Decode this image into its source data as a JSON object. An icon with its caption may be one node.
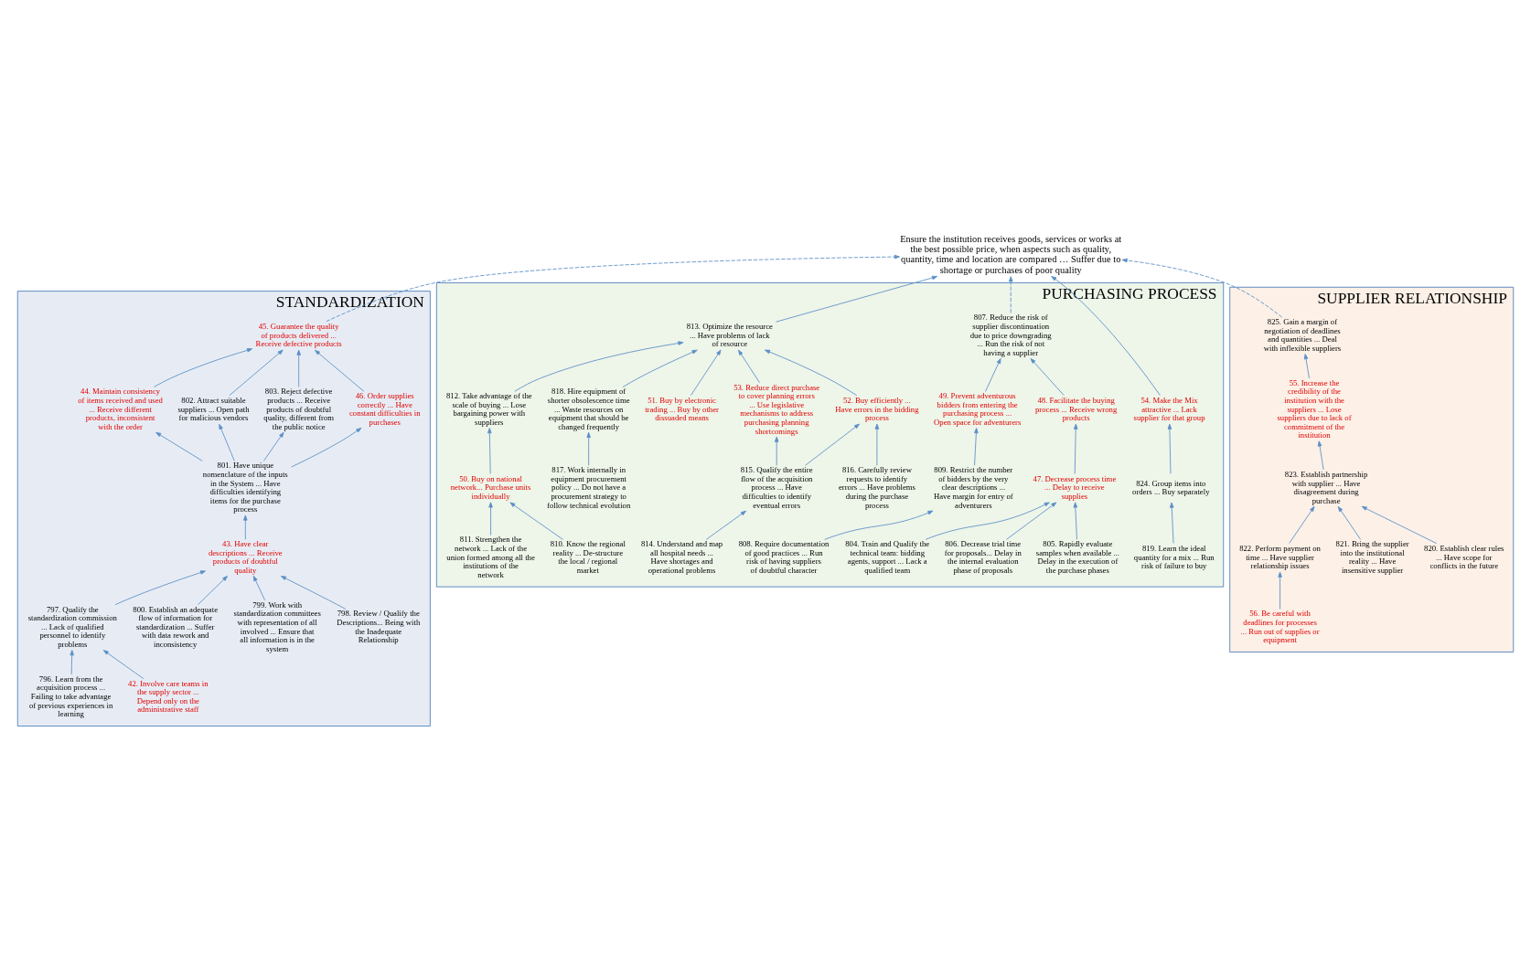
{
  "diagram": {
    "nodes": [
      {
        "text": [
          "Ensure the institution receives goods, services or works at the best possible price, when aspects such as quality, quantity, time and location are compared … Suffer due to shortage or purchases of poor quality"
        ]
      },
      {
        "text": [
          "STANDARDIZATION"
        ]
      },
      {
        "text": [
          "45. Guarantee the quality of products delivered ... Receive defective products"
        ],
        "in": 1
      },
      {
        "text": [
          "44. Maintain consistency of items received and used ... Receive different products, inconsistent with the order"
        ],
        "in": 1
      },
      {
        "text": [
          "802. Attract suitable suppliers ... Open path for malicious vendors"
        ],
        "in": 1
      },
      {
        "text": [
          "803. Reject defective products ... Receive products of doubtful quality, different from the public notice"
        ],
        "in": 1
      },
      {
        "text": [
          "46. Order supplies correctly ... Have constant difficulties in purchases"
        ],
        "in": 1
      },
      {
        "text": [
          "801. Have unique nomenclature of the inputs in the System ... Have difficulties identifying items for the purchase process"
        ],
        "in": 1
      },
      {
        "text": [
          "43. Have clear descriptions ... Receive products of doubtful quality"
        ],
        "in": 1
      },
      {
        "text": [
          "797. Qualify the standardization commission ... Lack of qualified personnel to identify problems"
        ],
        "in": 1
      },
      {
        "text": [
          "798. Review / Qualify the Descriptions... Being with the Inadequate Relationship"
        ],
        "in": 1
      },
      {
        "text": [
          "799. Work with standardization committees with representation of all involved ... Ensure that all information is in the system"
        ],
        "in": 1
      },
      {
        "text": [
          "800. Establish an adequate flow of information for standardization ... Suffer with data rework and inconsistency"
        ],
        "in": 1
      },
      {
        "text": [
          "42. Involve care teams in the supply sector ... Depend only on the administrative staff"
        ],
        "in": 1
      },
      {
        "text": [
          "796. Learn from the acquisition process ... Failing to take advantage of previous experiences in learning"
        ],
        "in": 1
      },
      {
        "text": [
          "PURCHASING PROCESS"
        ]
      },
      {
        "text": [
          "813. Optimize the resource ... Have problems of lack of resource"
        ],
        "in": 15
      },
      {
        "text": [
          "807. Reduce the risk of supplier discontinuation due to price downgrading ... Run the risk of not having a supplier"
        ],
        "in": 15
      },
      {
        "text": [
          "51. Buy by electronic trading ... Buy by other dissuaded means"
        ],
        "in": 15
      },
      {
        "text": [
          "54. Make the Mix attractive ... Lack supplier for that group"
        ],
        "in": 15
      },
      {
        "text": [
          "824. Group items into orders ... Buy separately"
        ],
        "in": 15
      },
      {
        "text": [
          "49. Prevent adventurous bidders from entering the purchasing process ... Open space for adventurers"
        ],
        "in": 15
      },
      {
        "text": [
          "812. Take advantage of the scale of buying ... Lose bargaining power with suppliers"
        ],
        "in": 15
      },
      {
        "text": [
          "53. Reduce direct purchase to cover planning errors ... Use legislative mechanisms to address purchasing planning shortcomings"
        ],
        "in": 15
      },
      {
        "text": [
          "48. Facilitate the buying process ... Receive wrong products"
        ],
        "in": 15
      },
      {
        "text": [
          "52. Buy efficiently ... Have errors in the bidding process"
        ],
        "in": 15
      },
      {
        "text": [
          "818. Hire equipment of shorter obsolescence time ... Waste resources on equipment that should be changed frequently"
        ],
        "in": 15
      },
      {
        "text": [
          "819. Learn the ideal quantity for a mix ... Run risk of failure to buy"
        ],
        "in": 15
      },
      {
        "text": [
          "47. Decrease process time ... Delay to receive supplies"
        ],
        "in": 15
      },
      {
        "text": [
          "809. Restrict the number of bidders by the very clear descriptions ... Have margin for entry of adventurers"
        ],
        "in": 15
      },
      {
        "text": [
          "50. Buy on national network... Purchase units individually"
        ],
        "in": 15
      },
      {
        "text": [
          "816. Carefully review requests to identify errors ... Have problems during the purchase process"
        ],
        "in": 15
      },
      {
        "text": [
          "815. Qualify the entire flow of the acquisition process ... Have difficulties to identify eventual errors"
        ],
        "in": 15
      },
      {
        "text": [
          "804. Train and Qualify the technical team: bidding agents, support ... Lack a qualified team"
        ],
        "in": 15
      },
      {
        "text": [
          "805. Rapidly evaluate samples when available ... Delay in the execution of the purchase phases"
        ],
        "in": 15
      },
      {
        "text": [
          "806. Decrease trial time for proposals... Delay in the internal evaluation phase of proposals"
        ],
        "in": 15
      },
      {
        "text": [
          "817. Work internally in equipment procurement policy ... Do not have a procurement strategy to follow technical evolution"
        ],
        "in": 15
      },
      {
        "text": [
          "808. Require documentation of good practices ... Run risk of having suppliers of doubtful character"
        ],
        "in": 15
      },
      {
        "text": [
          "814. Understand and map all hospital needs ... Have shortages and operational problems"
        ],
        "in": 15
      },
      {
        "text": [
          "810. Know the regional reality ... De-structure the local / regional market"
        ],
        "in": 15
      },
      {
        "text": [
          "811. Strengthen the network ... Lack of the union formed among all the institutions of the network"
        ],
        "in": 15
      },
      {
        "text": [
          "SUPPLIER RELATIONSHIP"
        ]
      },
      {
        "text": [
          "825. Gain a margin of negotiation of deadlines and quantities ... Deal with inflexible suppliers"
        ],
        "in": 41
      },
      {
        "text": [
          "55. Increase the credibility of the institution with the suppliers ... Lose suppliers due to lack of commitment of the institution"
        ],
        "in": 41
      },
      {
        "text": [
          "823. Establish partnership with supplier ... Have disagreement during purchase"
        ],
        "in": 41
      },
      {
        "text": [
          "820. Establish clear rules ... Have scope for conflicts in the future"
        ],
        "in": 41
      },
      {
        "text": [
          "821. Bring the supplier into the institutional reality ... Have insensitive supplier"
        ],
        "in": 41
      },
      {
        "text": [
          "822. Perform payment on time ... Have supplier relationship issues"
        ],
        "in": 41
      },
      {
        "text": [
          "56. Be careful with deadlines for processes ... Run out of supplies or equipment"
        ],
        "in": 41
      }
    ],
    "edges": [
      {
        "from": 2,
        "to": 0,
        "arrow": "to",
        "style": "dashed"
      },
      {
        "from": 17,
        "to": 0,
        "arrow": "to",
        "style": "dashed"
      },
      {
        "from": 16,
        "to": 0,
        "arrow": "to"
      },
      {
        "from": 19,
        "to": 0,
        "arrow": "to"
      },
      {
        "from": 42,
        "to": 0,
        "arrow": "to",
        "style": "dashed"
      },
      {
        "from": 3,
        "to": 2,
        "arrow": "to"
      },
      {
        "from": 4,
        "to": 2,
        "arrow": "to"
      },
      {
        "from": 5,
        "to": 2,
        "arrow": "to"
      },
      {
        "from": 6,
        "to": 2,
        "arrow": "to"
      },
      {
        "from": 7,
        "to": 3,
        "arrow": "to"
      },
      {
        "from": 7,
        "to": 4,
        "arrow": "to"
      },
      {
        "from": 7,
        "to": 5,
        "arrow": "to"
      },
      {
        "from": 7,
        "to": 6,
        "arrow": "to"
      },
      {
        "from": 8,
        "to": 7,
        "arrow": "to"
      },
      {
        "from": 9,
        "to": 8,
        "arrow": "to"
      },
      {
        "from": 10,
        "to": 8,
        "arrow": "to"
      },
      {
        "from": 11,
        "to": 8,
        "arrow": "to"
      },
      {
        "from": 12,
        "to": 8,
        "arrow": "to"
      },
      {
        "from": 13,
        "to": 9,
        "arrow": "to"
      },
      {
        "from": 14,
        "to": 9,
        "arrow": "to"
      },
      {
        "from": 18,
        "to": 16,
        "arrow": "to"
      },
      {
        "from": 22,
        "to": 16,
        "arrow": "to"
      },
      {
        "from": 25,
        "to": 16,
        "arrow": "to"
      },
      {
        "from": 23,
        "to": 16,
        "arrow": "to"
      },
      {
        "from": 26,
        "to": 16,
        "arrow": "to"
      },
      {
        "from": 24,
        "to": 17,
        "arrow": "to"
      },
      {
        "from": 21,
        "to": 17,
        "arrow": "to"
      },
      {
        "from": 20,
        "to": 19,
        "arrow": "to"
      },
      {
        "from": 27,
        "to": 20,
        "arrow": "to"
      },
      {
        "from": 28,
        "to": 24,
        "arrow": "to"
      },
      {
        "from": 33,
        "to": 28,
        "arrow": "to"
      },
      {
        "from": 34,
        "to": 28,
        "arrow": "to"
      },
      {
        "from": 35,
        "to": 28,
        "arrow": "to"
      },
      {
        "from": 29,
        "to": 21,
        "arrow": "to"
      },
      {
        "from": 37,
        "to": 29,
        "arrow": "to"
      },
      {
        "from": 30,
        "to": 22,
        "arrow": "to"
      },
      {
        "from": 39,
        "to": 30,
        "arrow": "to"
      },
      {
        "from": 40,
        "to": 30,
        "arrow": "to"
      },
      {
        "from": 31,
        "to": 25,
        "arrow": "to"
      },
      {
        "from": 32,
        "to": 25,
        "arrow": "to"
      },
      {
        "from": 32,
        "to": 23,
        "arrow": "to"
      },
      {
        "from": 38,
        "to": 32,
        "arrow": "to"
      },
      {
        "from": 36,
        "to": 26,
        "arrow": "to"
      },
      {
        "from": 43,
        "to": 42,
        "arrow": "to"
      },
      {
        "from": 44,
        "to": 43,
        "arrow": "to"
      },
      {
        "from": 45,
        "to": 44,
        "arrow": "to"
      },
      {
        "from": 46,
        "to": 44,
        "arrow": "to"
      },
      {
        "from": 47,
        "to": 44,
        "arrow": "to"
      },
      {
        "from": 48,
        "to": 47,
        "arrow": "to"
      }
    ]
  }
}
